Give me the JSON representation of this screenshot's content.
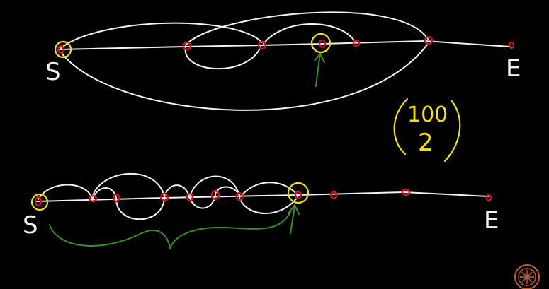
{
  "labels": {
    "top_start": "S",
    "top_end": "E",
    "bottom_start": "S",
    "bottom_end": "E"
  },
  "binomial": {
    "n": "100",
    "k": "2"
  },
  "colors": {
    "background": "#000000",
    "line": "#f2f2f2",
    "marker": "#d0121b",
    "highlight": "#f2e400",
    "annotation": "#3c8c2a"
  },
  "icons": {
    "corner_logo": "sunburst-logo-icon"
  }
}
